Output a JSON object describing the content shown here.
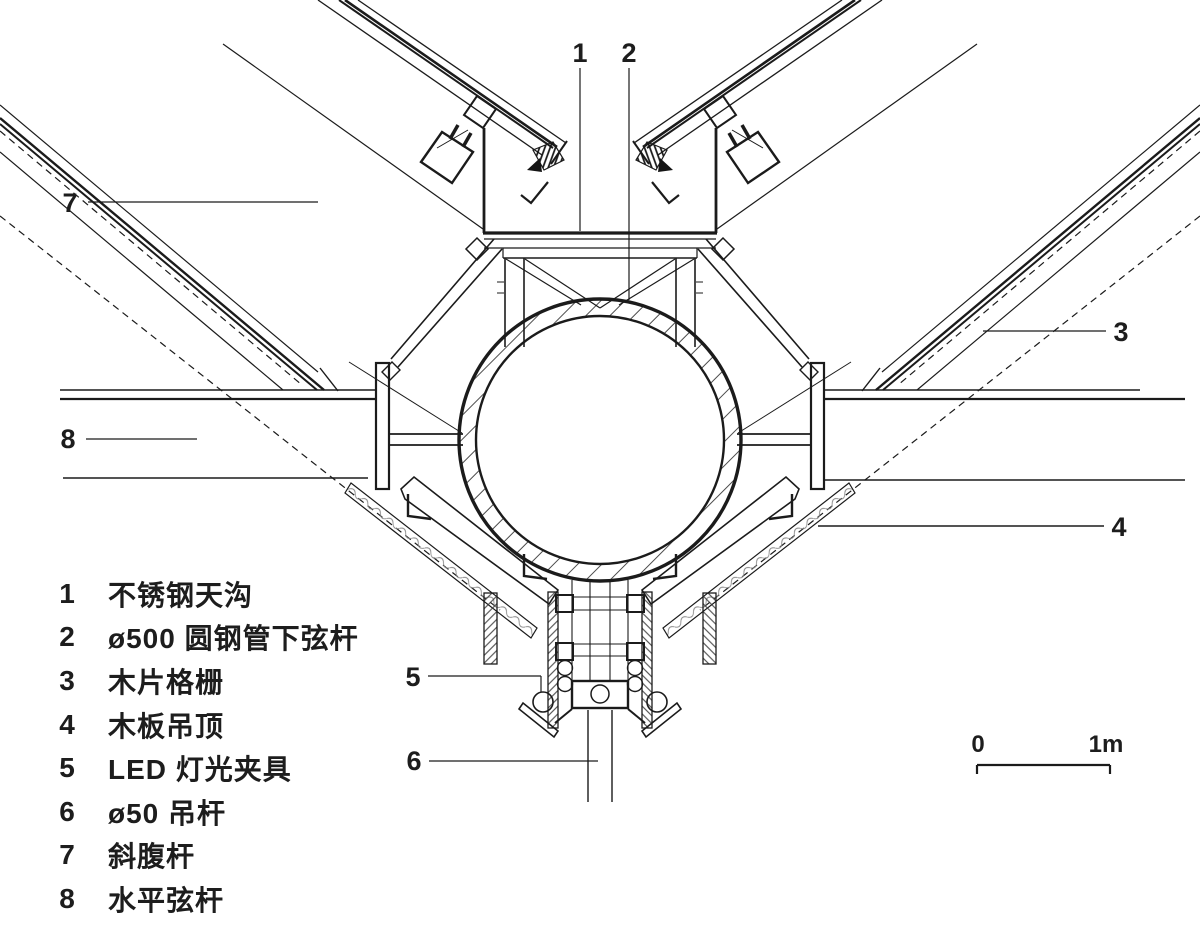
{
  "drawing": {
    "kind": "architectural-detail-section",
    "description": "Roof truss node detail: stainless gutter over a ø500 round steel pipe bottom chord with suspended wood ceiling and LED fixture",
    "line_color": "#1b1b1b",
    "background_color": "#ffffff"
  },
  "callouts": {
    "c1": "1",
    "c2": "2",
    "c3": "3",
    "c4": "4",
    "c5": "5",
    "c6": "6",
    "c7": "7",
    "c8": "8"
  },
  "legend": {
    "items": [
      {
        "num": "1",
        "label": "不锈钢天沟"
      },
      {
        "num": "2",
        "label": "ø500 圆钢管下弦杆"
      },
      {
        "num": "3",
        "label": "木片格栅"
      },
      {
        "num": "4",
        "label": "木板吊顶"
      },
      {
        "num": "5",
        "label": "LED 灯光夹具"
      },
      {
        "num": "6",
        "label": "ø50 吊杆"
      },
      {
        "num": "7",
        "label": "斜腹杆"
      },
      {
        "num": "8",
        "label": "水平弦杆"
      }
    ]
  },
  "scale_bar": {
    "start_label": "0",
    "end_label": "1m"
  }
}
